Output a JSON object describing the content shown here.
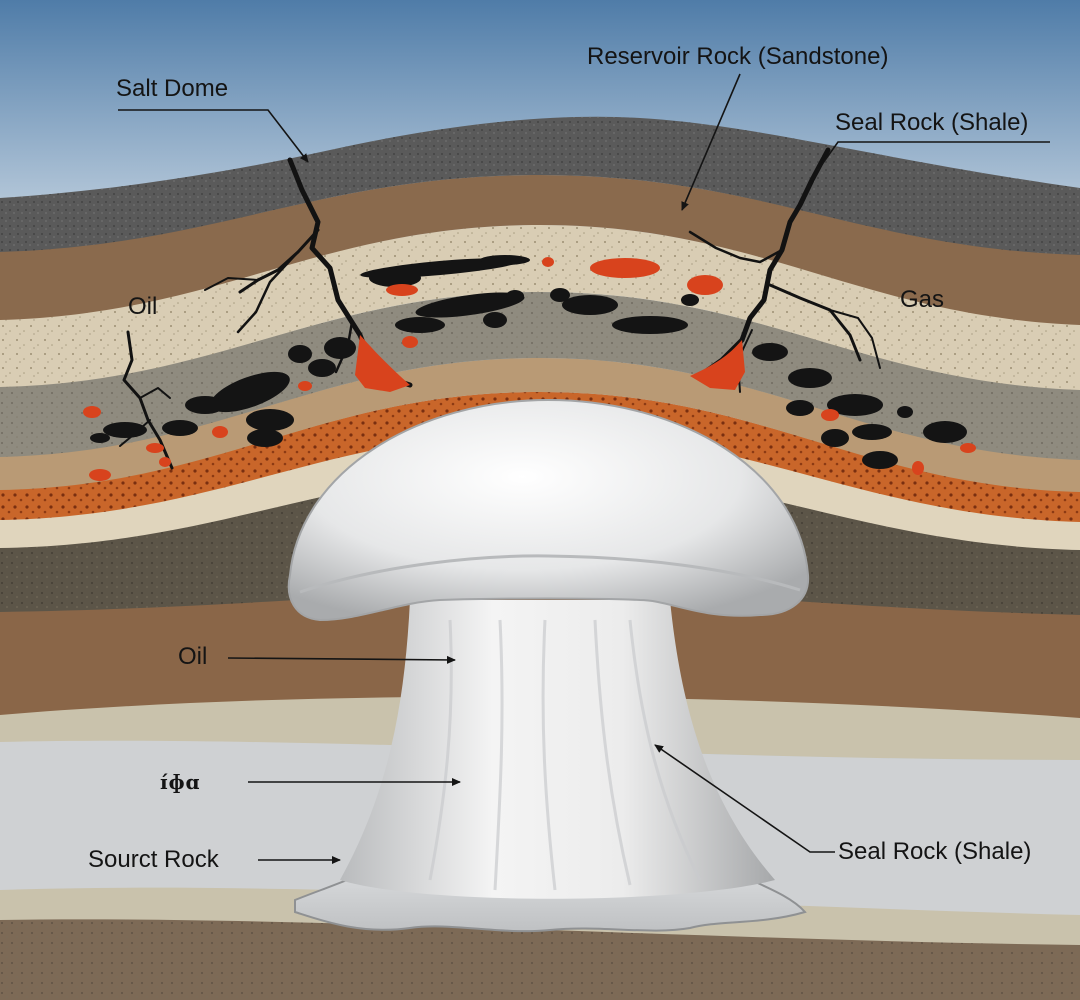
{
  "labels": {
    "salt_dome": "Salt Dome",
    "reservoir_rock": "Reservoir Rock (Sandstone)",
    "seal_rock_top": "Seal Rock (Shale)",
    "oil_left": "Oil",
    "gas": "Gas",
    "oil_center": "Oil",
    "garbled": "ɪ́ɸɑ",
    "source_rock": "Sourct Rock",
    "seal_rock_bottom": "Seal Rock (Shale)"
  },
  "colors": {
    "sky_top": "#4f7ca8",
    "sky_bottom": "#cfdbe6",
    "topsoil": "#5a5a5a",
    "shale": "#8a6a4d",
    "sandstone": "#d9cdb4",
    "grey_layer": "#8f8b7f",
    "orange_layer": "#c9662a",
    "dark_sediment": "#5c5548",
    "deep_brown": "#8a6648",
    "light_band": "#c9c2ac",
    "basement": "#cfd1d3",
    "bedrock": "#7d6a56",
    "salt": "#e9eaeb",
    "oil": "#141414",
    "gas_bubble": "#d8431d",
    "fault": "#121212"
  }
}
